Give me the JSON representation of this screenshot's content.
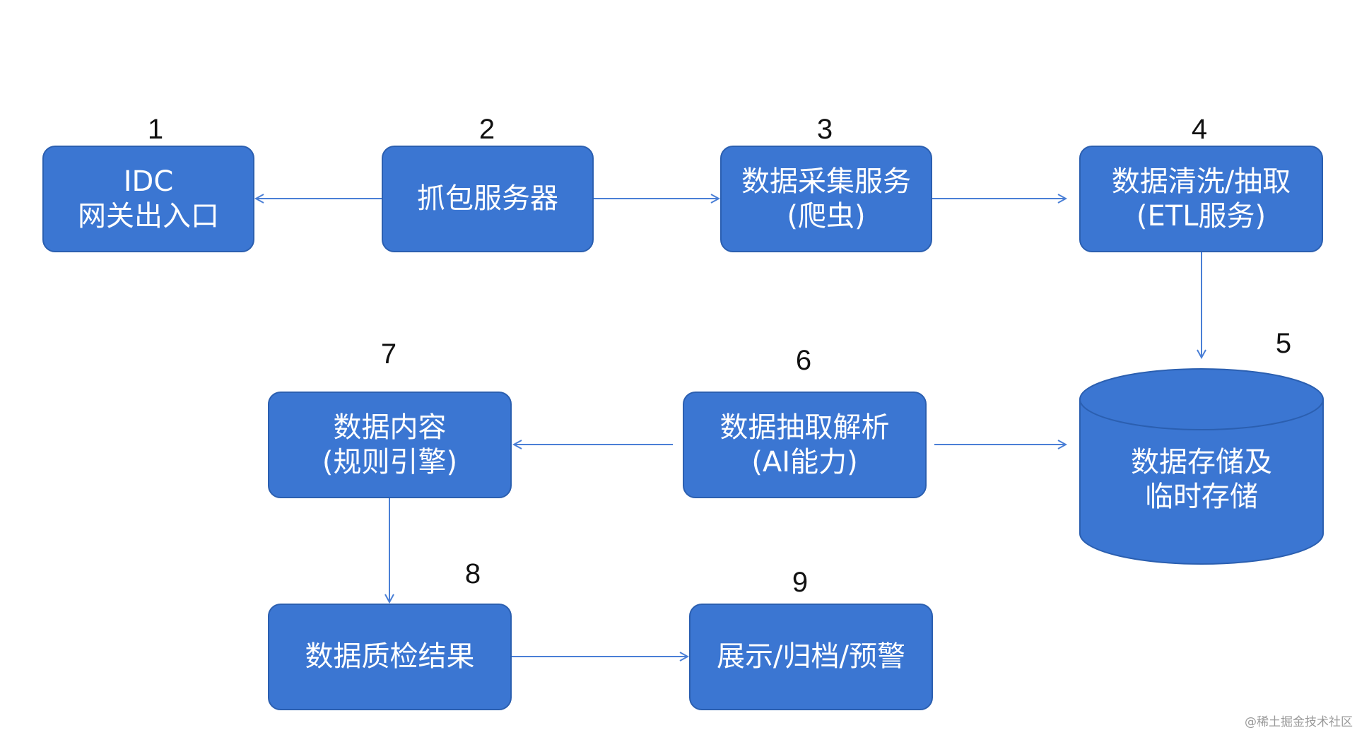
{
  "nodes": [
    {
      "id": "n1",
      "number": "1",
      "lines": [
        "IDC",
        "网关出入口"
      ]
    },
    {
      "id": "n2",
      "number": "2",
      "lines": [
        "抓包服务器"
      ]
    },
    {
      "id": "n3",
      "number": "3",
      "lines": [
        "数据采集服务",
        "(爬虫)"
      ]
    },
    {
      "id": "n4",
      "number": "4",
      "lines": [
        "数据清洗/抽取",
        "(ETL服务)"
      ]
    },
    {
      "id": "n5",
      "number": "5",
      "lines": [
        "数据存储及",
        "临时存储"
      ],
      "shape": "cylinder"
    },
    {
      "id": "n6",
      "number": "6",
      "lines": [
        "数据抽取解析",
        "(AI能力)"
      ]
    },
    {
      "id": "n7",
      "number": "7",
      "lines": [
        "数据内容",
        "(规则引擎)"
      ]
    },
    {
      "id": "n8",
      "number": "8",
      "lines": [
        "数据质检结果"
      ]
    },
    {
      "id": "n9",
      "number": "9",
      "lines": [
        "展示/归档/预警"
      ]
    }
  ],
  "edges": [
    {
      "from": "n2",
      "to": "n1"
    },
    {
      "from": "n2",
      "to": "n3"
    },
    {
      "from": "n3",
      "to": "n4"
    },
    {
      "from": "n4",
      "to": "n5"
    },
    {
      "from": "n6",
      "to": "n5"
    },
    {
      "from": "n6",
      "to": "n7"
    },
    {
      "from": "n7",
      "to": "n8"
    },
    {
      "from": "n8",
      "to": "n9"
    }
  ],
  "colors": {
    "box": "#3b76d2",
    "border": "#2b5fb0",
    "arrow": "#4a7fd6",
    "text": "#ffffff"
  },
  "watermark": "@稀土掘金技术社区"
}
